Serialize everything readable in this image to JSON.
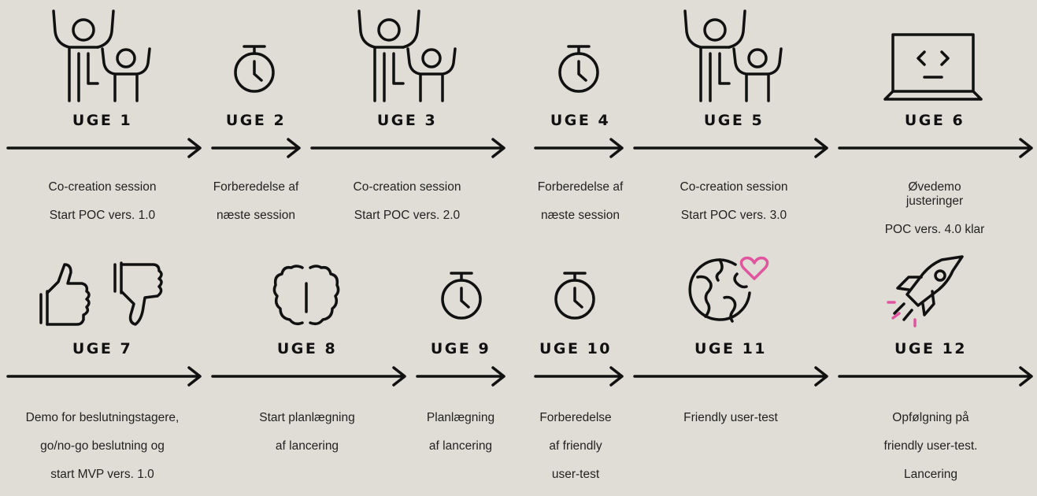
{
  "colors": {
    "background": "#e0ddd6",
    "ink": "#111111",
    "accent": "#e0559e"
  },
  "row1": [
    {
      "week": "UGE 1",
      "lines": [
        "Co-creation session",
        "Start POC vers. 1.0"
      ],
      "icon": "celebrating-people-icon"
    },
    {
      "week": "UGE 2",
      "lines": [
        "Forberedelse af",
        "næste session"
      ],
      "icon": "stopwatch-icon"
    },
    {
      "week": "UGE 3",
      "lines": [
        "Co-creation session",
        "Start POC vers. 2.0"
      ],
      "icon": "celebrating-people-icon"
    },
    {
      "week": "UGE 4",
      "lines": [
        "Forberedelse af",
        "næste session"
      ],
      "icon": "stopwatch-icon"
    },
    {
      "week": "UGE 5",
      "lines": [
        "Co-creation session",
        "Start POC vers. 3.0"
      ],
      "icon": "celebrating-people-icon"
    },
    {
      "week": "UGE 6",
      "lines": [
        "Øvedemo justeringer",
        "POC vers. 4.0 klar"
      ],
      "icon": "laptop-code-icon"
    }
  ],
  "row2": [
    {
      "week": "UGE 7",
      "lines": [
        "Demo for beslutningstagere,",
        "go/no-go beslutning og",
        "start MVP vers. 1.0"
      ],
      "icon": "thumbs-up-down-icon"
    },
    {
      "week": "UGE 8",
      "lines": [
        "Start planlægning",
        "af lancering"
      ],
      "icon": "brain-icon"
    },
    {
      "week": "UGE 9",
      "lines": [
        "Planlægning",
        "af lancering"
      ],
      "icon": "stopwatch-icon"
    },
    {
      "week": "UGE 10",
      "lines": [
        "Forberedelse",
        "af friendly",
        "user-test"
      ],
      "icon": "stopwatch-icon"
    },
    {
      "week": "UGE 11",
      "lines": [
        "Friendly user-test"
      ],
      "icon": "globe-heart-icon"
    },
    {
      "week": "UGE 12",
      "lines": [
        "Opfølgning på",
        "friendly user-test.",
        "Lancering"
      ],
      "icon": "rocket-icon"
    }
  ]
}
